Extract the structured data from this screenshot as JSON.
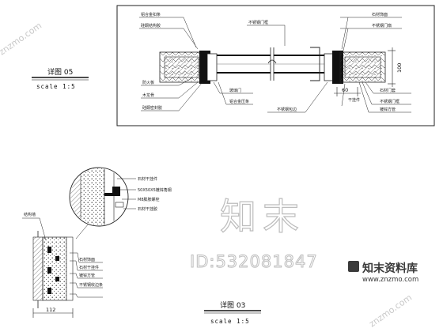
{
  "detail_05": {
    "title": "详图 05",
    "scale": "scale 1:5",
    "dim_100": "100",
    "dim_60": "60",
    "callouts": [
      "铝合金扣条",
      "硅酮结构胶",
      "不锈钢门框",
      "石材饰面",
      "不锈钢门扇",
      "防火板",
      "木龙骨",
      "硅酮密封胶",
      "玻璃门",
      "铝合金压条",
      "不锈钢包边",
      "石材门套",
      "不锈钢门框",
      "镀锌方管",
      "干挂件"
    ]
  },
  "detail_03": {
    "title": "详图 03",
    "scale": "scale 1:5",
    "dim_112": "112",
    "callouts": [
      "石材干挂件",
      "50X50X5镀锌角钢",
      "M8膨胀螺栓",
      "石材干挂胶",
      "结构墙",
      "石材饰面",
      "石材干挂件",
      "镀锌方管",
      "不锈钢收边条"
    ]
  },
  "watermark": {
    "big": "知末",
    "id": "ID:532081847",
    "corner_left": "znzmo.com",
    "corner_right": "znzmo.com",
    "brand": "知末资料库",
    "url": "www.znzmo.com"
  }
}
